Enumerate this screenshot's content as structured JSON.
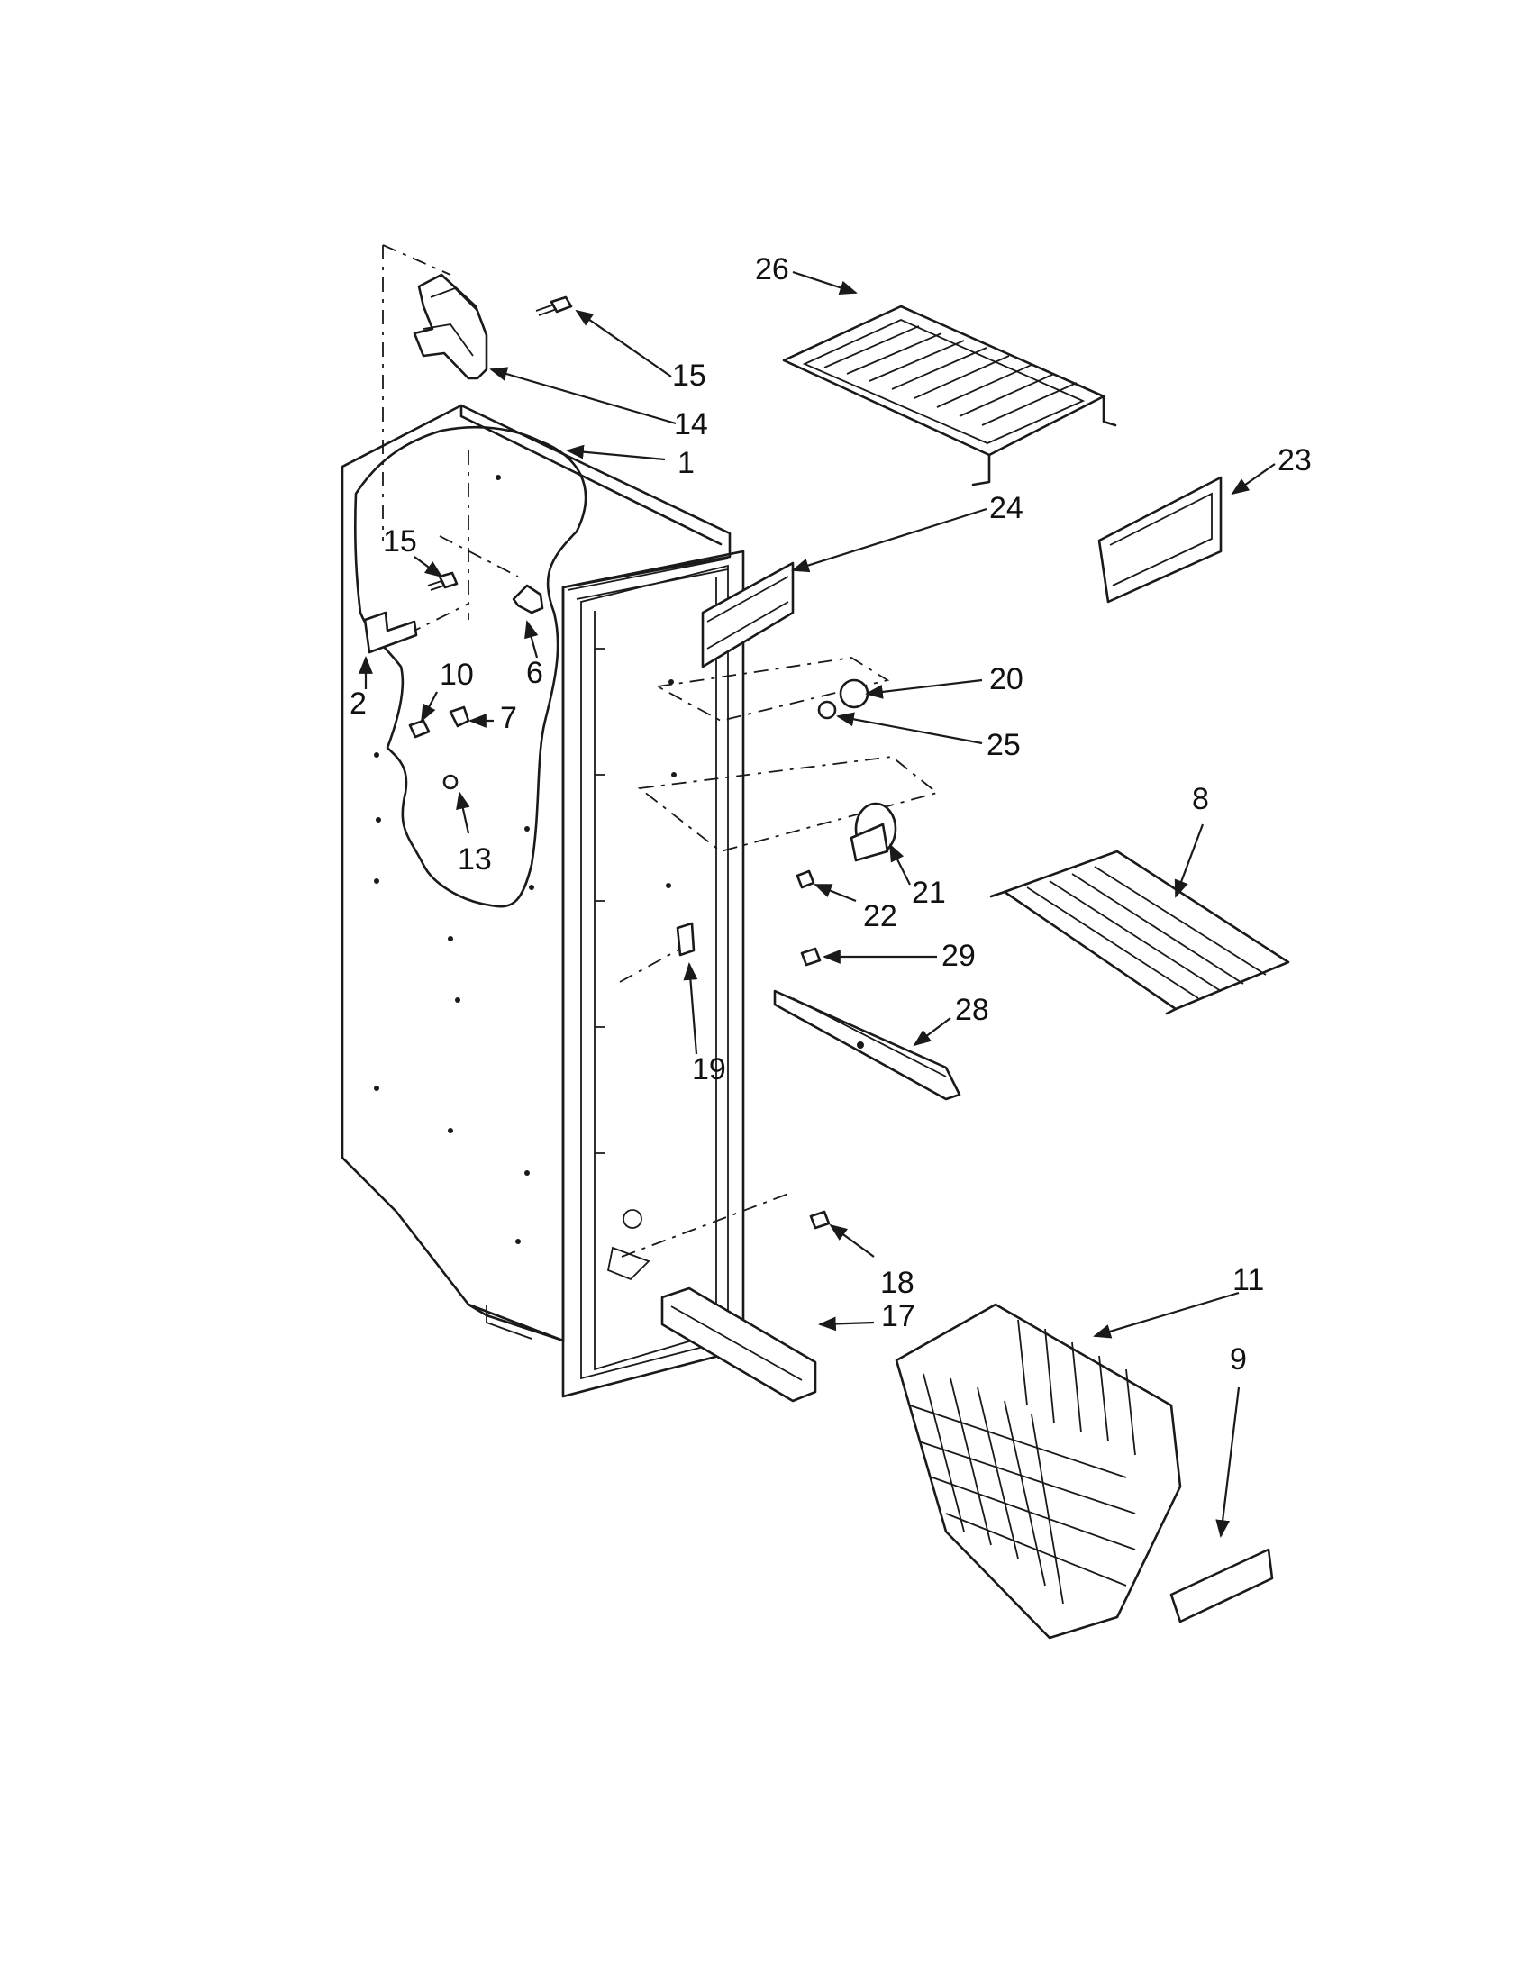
{
  "diagram": {
    "callouts": [
      {
        "id": "c1",
        "text": "1"
      },
      {
        "id": "c2",
        "text": "2"
      },
      {
        "id": "c6",
        "text": "6"
      },
      {
        "id": "c7",
        "text": "7"
      },
      {
        "id": "c8",
        "text": "8"
      },
      {
        "id": "c9",
        "text": "9"
      },
      {
        "id": "c10",
        "text": "10"
      },
      {
        "id": "c11",
        "text": "11"
      },
      {
        "id": "c13",
        "text": "13"
      },
      {
        "id": "c14",
        "text": "14"
      },
      {
        "id": "c15a",
        "text": "15"
      },
      {
        "id": "c15b",
        "text": "15"
      },
      {
        "id": "c17",
        "text": "17"
      },
      {
        "id": "c18",
        "text": "18"
      },
      {
        "id": "c19",
        "text": "19"
      },
      {
        "id": "c20",
        "text": "20"
      },
      {
        "id": "c21",
        "text": "21"
      },
      {
        "id": "c22",
        "text": "22"
      },
      {
        "id": "c23",
        "text": "23"
      },
      {
        "id": "c24",
        "text": "24"
      },
      {
        "id": "c25",
        "text": "25"
      },
      {
        "id": "c26",
        "text": "26"
      },
      {
        "id": "c28",
        "text": "28"
      },
      {
        "id": "c29",
        "text": "29"
      }
    ]
  }
}
